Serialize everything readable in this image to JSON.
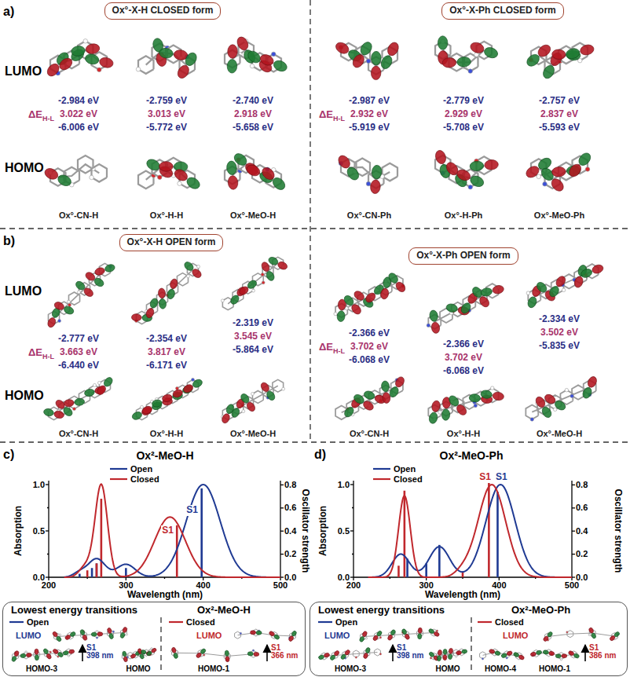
{
  "diagram": {
    "nodes": [
      {
        "text": [
          "Ox°-X-H CLOSED form"
        ]
      },
      {
        "text": [
          "Ox°-X-Ph CLOSED form"
        ]
      },
      {
        "text": [
          "Ox°-X-H OPEN form"
        ]
      },
      {
        "text": [
          "Ox°-X-Ph OPEN form"
        ]
      },
      {
        "text": [
          "Lowest energy transitions",
          "Ox²-MeO-H"
        ]
      },
      {
        "text": [
          "Lowest energy transitions",
          "Ox²-MeO-Ph"
        ]
      }
    ],
    "labels": [
      "a)",
      "LUMO",
      "HOMO",
      "ΔE",
      "H-L",
      "-2.984 eV",
      "3.022 eV",
      "-6.006 eV",
      "Ox°-CN-H",
      "-2.759 eV",
      "3.013 eV",
      "-5.772 eV",
      "Ox°-H-H",
      "-2.740 eV",
      "2.918 eV",
      "-5.658 eV",
      "Ox°-MeO-H",
      "ΔE",
      "H-L",
      "-2.987 eV",
      "2.932 eV",
      "-5.919 eV",
      "Ox°-CN-Ph",
      "-2.779 eV",
      "2.929 eV",
      "-5.708 eV",
      "Ox°-H-Ph",
      "-2.757 eV",
      "2.837 eV",
      "-5.593 eV",
      "Ox°-MeO-Ph",
      "b)",
      "LUMO",
      "HOMO",
      "ΔE",
      "H-L",
      "-2.777 eV",
      "3.663 eV",
      "-6.440 eV",
      "Ox°-CN-H",
      "-2.354 eV",
      "3.817 eV",
      "-6.171 eV",
      "Ox°-H-H",
      "-2.319 eV",
      "3.545 eV",
      "-5.864 eV",
      "Ox°-MeO-H",
      "ΔE",
      "H-L",
      "-2.366 eV",
      "3.702 eV",
      "-6.068 eV",
      "Ox°-CN-H",
      "-2.366 eV",
      "3.702 eV",
      "-6.068 eV",
      "Ox°-H-H",
      "-2.334 eV",
      "3.502 eV",
      "-5.835 eV",
      "Ox°-MeO-H",
      "c)",
      "Ox²-MeO-H",
      "Absorption",
      "Oscillator strength",
      "Wavelength (nm)",
      "0.0",
      "0.5",
      "1.0",
      "200",
      "300",
      "400",
      "500",
      "0.0",
      "0.2",
      "0.4",
      "0.6",
      "0.8",
      "S1",
      "S1",
      "d)",
      "Ox²-MeO-Ph",
      "Absorption",
      "Oscillator strength",
      "Wavelength (nm)",
      "0.0",
      "0.5",
      "1.0",
      "200",
      "300",
      "400",
      "500",
      "0.0",
      "0.2",
      "0.4",
      "0.6",
      "0.8",
      "S1",
      "S1",
      "LUMO",
      "S1",
      "398 nm",
      "HOMO-3",
      "HOMO",
      "LUMO",
      "S1",
      "366 nm",
      "HOMO-1",
      "LUMO",
      "S1",
      "398 nm",
      "HOMO-3",
      "HOMO",
      "LUMO",
      "S1",
      "386 nm",
      "HOMO-4",
      "HOMO-1"
    ],
    "legend": [
      {
        "text": "Open"
      },
      {
        "text": "Closed"
      },
      {
        "text": "Open"
      },
      {
        "text": "Closed"
      },
      {
        "text": "Open"
      },
      {
        "text": "Closed"
      },
      {
        "text": "Open"
      },
      {
        "text": "Closed"
      }
    ]
  }
}
